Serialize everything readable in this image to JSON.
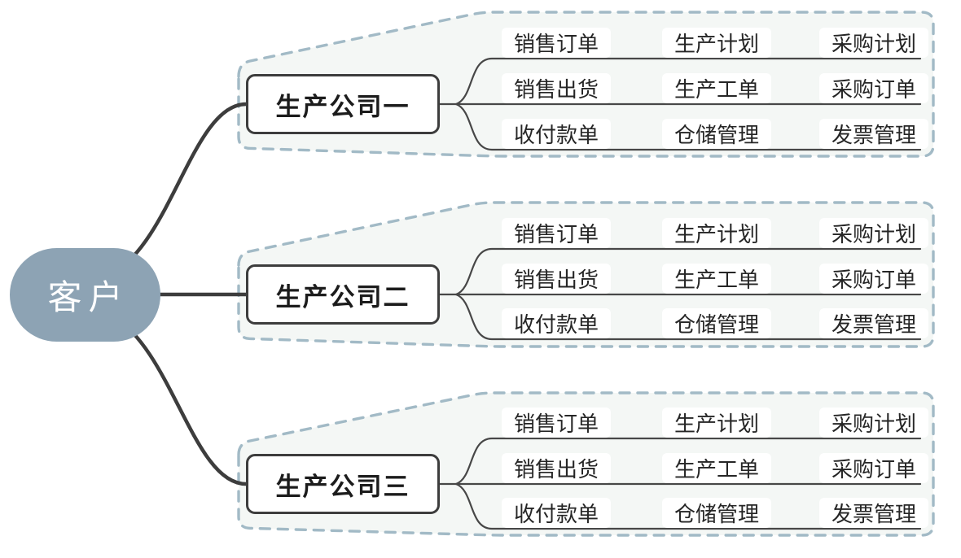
{
  "diagram": {
    "root": {
      "label": "客户"
    },
    "groups": [
      {
        "company": "生产公司一",
        "rows": [
          [
            "销售订单",
            "生产计划",
            "采购计划"
          ],
          [
            "销售出货",
            "生产工单",
            "采购订单"
          ],
          [
            "收付款单",
            "仓储管理",
            "发票管理"
          ]
        ]
      },
      {
        "company": "生产公司二",
        "rows": [
          [
            "销售订单",
            "生产计划",
            "采购计划"
          ],
          [
            "销售出货",
            "生产工单",
            "采购订单"
          ],
          [
            "收付款单",
            "仓储管理",
            "发票管理"
          ]
        ]
      },
      {
        "company": "生产公司三",
        "rows": [
          [
            "销售订单",
            "生产计划",
            "采购计划"
          ],
          [
            "销售出货",
            "生产工单",
            "采购订单"
          ],
          [
            "收付款单",
            "仓储管理",
            "发票管理"
          ]
        ]
      }
    ]
  },
  "colors": {
    "root_fill": "#8da3b4",
    "boundary_stroke": "#a2bac6",
    "boundary_fill": "#f4f7f5",
    "branch_dark": "#3d3d3d",
    "line_thin": "#474747",
    "label_bg": "#ffffff",
    "text_dark": "#262626"
  }
}
